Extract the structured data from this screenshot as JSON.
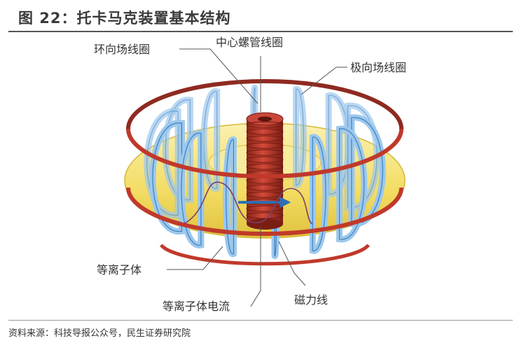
{
  "figure": {
    "title": "图 22：托卡马克装置基本结构",
    "source": "资料来源：科技导报公众号，民生证券研究院"
  },
  "labels": {
    "toroidal_coil": "环向场线圈",
    "central_solenoid": "中心螺管线圈",
    "poloidal_coil": "极向场线圈",
    "plasma": "等离子体",
    "plasma_current": "等离子体电流",
    "magnetic_field_line": "磁力线"
  },
  "colors": {
    "plasma": "#f5e27a",
    "toroidal_coil": "#9cc8ec",
    "toroidal_coil_edge": "#3f7fc0",
    "poloidal_coil": "#c0392b",
    "solenoid": "#b83a2e",
    "current_arrow": "#2e6fb5",
    "field_line": "#7b3f6a"
  }
}
